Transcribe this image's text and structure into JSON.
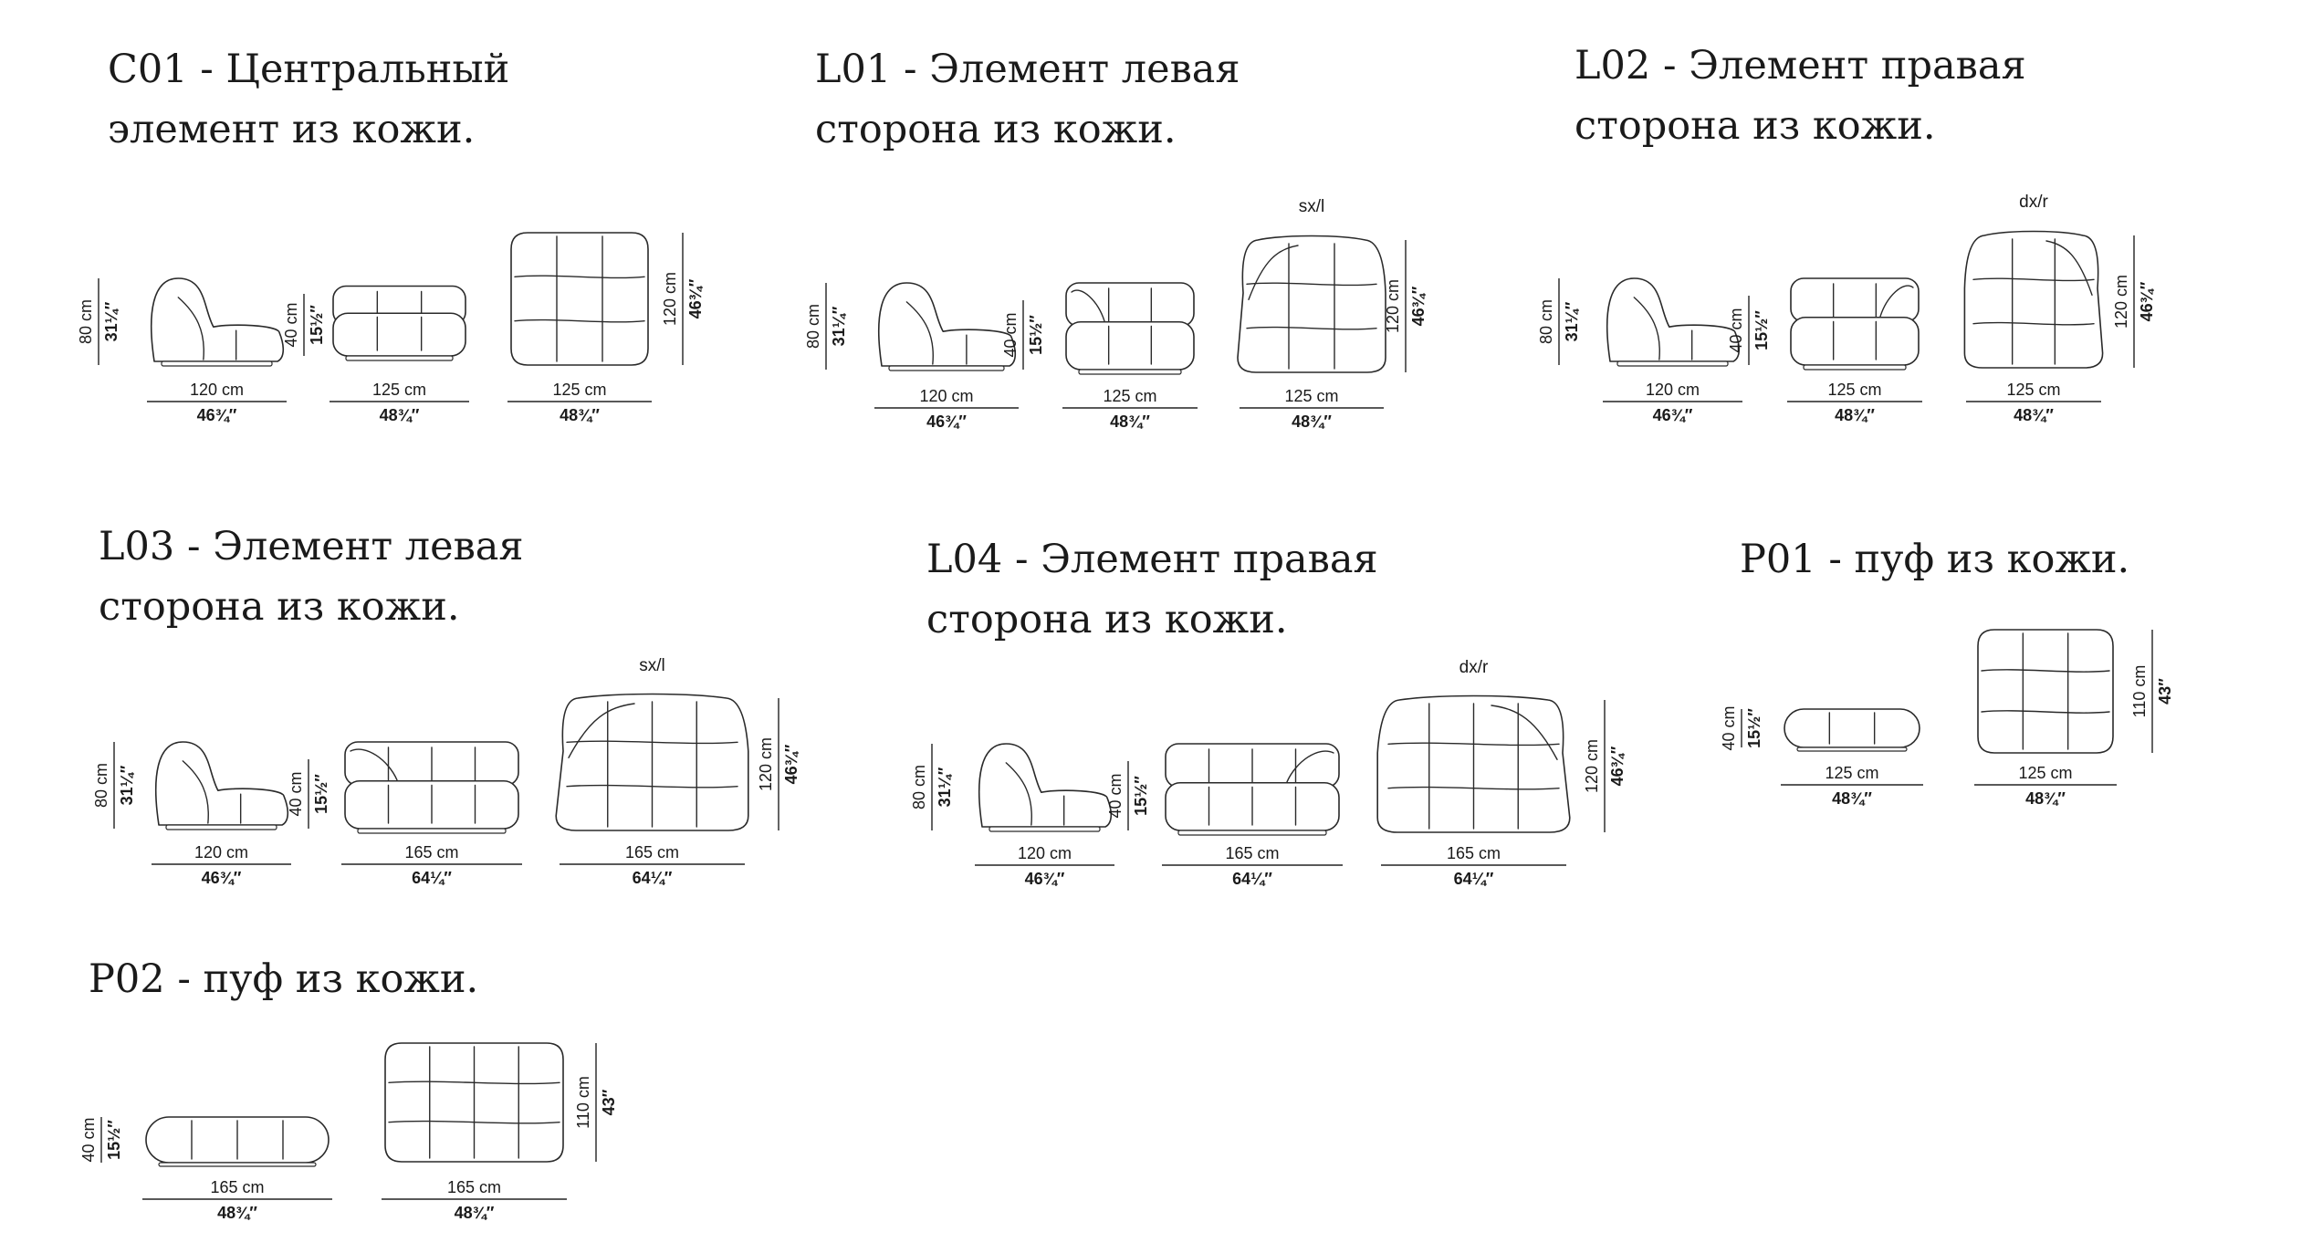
{
  "sections": [
    {
      "id": "C01",
      "title_line1": "C01 - Центральный",
      "title_line2": "элемент из кожи.",
      "items": [
        {
          "kind": "side",
          "w_cm": "120 cm",
          "w_in": "46¾″",
          "h_cm": "80 cm",
          "h_in": "31¼″"
        },
        {
          "kind": "front",
          "w_cm": "125 cm",
          "w_in": "48¾″",
          "h_cm": "40 cm",
          "h_in": "15½″"
        },
        {
          "kind": "top",
          "w_cm": "125 cm",
          "w_in": "48¾″",
          "h_cm": "120 cm",
          "h_in": "46¾″"
        }
      ]
    },
    {
      "id": "L01",
      "title_line1": "L01 - Элемент левая",
      "title_line2": "сторона из кожи.",
      "items": [
        {
          "kind": "side",
          "w_cm": "120 cm",
          "w_in": "46¾″",
          "h_cm": "80 cm",
          "h_in": "31¼″"
        },
        {
          "kind": "front",
          "w_cm": "125 cm",
          "w_in": "48¾″",
          "h_cm": "40 cm",
          "h_in": "15½″"
        },
        {
          "kind": "top",
          "w_cm": "125 cm",
          "w_in": "48¾″",
          "h_cm": "120 cm",
          "h_in": "46¾″",
          "tag": "sx/l"
        }
      ]
    },
    {
      "id": "L02",
      "title_line1": "L02 - Элемент правая",
      "title_line2": "сторона из кожи.",
      "items": [
        {
          "kind": "side",
          "w_cm": "120 cm",
          "w_in": "46¾″",
          "h_cm": "80 cm",
          "h_in": "31¼″"
        },
        {
          "kind": "front",
          "w_cm": "125 cm",
          "w_in": "48¾″",
          "h_cm": "40 cm",
          "h_in": "15½″"
        },
        {
          "kind": "top",
          "w_cm": "125 cm",
          "w_in": "48¾″",
          "h_cm": "120 cm",
          "h_in": "46¾″",
          "tag": "dx/r"
        }
      ]
    },
    {
      "id": "L03",
      "title_line1": "L03 - Элемент левая",
      "title_line2": "сторона из кожи.",
      "items": [
        {
          "kind": "side",
          "w_cm": "120 cm",
          "w_in": "46¾″",
          "h_cm": "80 cm",
          "h_in": "31¼″"
        },
        {
          "kind": "front",
          "w_cm": "165 cm",
          "w_in": "64¼″",
          "h_cm": "40 cm",
          "h_in": "15½″"
        },
        {
          "kind": "top",
          "w_cm": "165 cm",
          "w_in": "64¼″",
          "h_cm": "120 cm",
          "h_in": "46¾″",
          "tag": "sx/l"
        }
      ]
    },
    {
      "id": "L04",
      "title_line1": "L04 - Элемент правая",
      "title_line2": "сторона из кожи.",
      "items": [
        {
          "kind": "side",
          "w_cm": "120 cm",
          "w_in": "46¾″",
          "h_cm": "80 cm",
          "h_in": "31¼″"
        },
        {
          "kind": "front",
          "w_cm": "165 cm",
          "w_in": "64¼″",
          "h_cm": "40 cm",
          "h_in": "15½″"
        },
        {
          "kind": "top",
          "w_cm": "165 cm",
          "w_in": "64¼″",
          "h_cm": "120 cm",
          "h_in": "46¾″",
          "tag": "dx/r"
        }
      ]
    },
    {
      "id": "P01",
      "title_line1": "P01 - пуф из кожи.",
      "title_line2": "",
      "items": [
        {
          "kind": "pouf-front",
          "w_cm": "125 cm",
          "w_in": "48¾″",
          "h_cm": "40 cm",
          "h_in": "15½″"
        },
        {
          "kind": "pouf-top",
          "w_cm": "125 cm",
          "w_in": "48¾″",
          "h_cm": "110 cm",
          "h_in": "43″"
        }
      ]
    },
    {
      "id": "P02",
      "title_line1": "P02 - пуф из кожи.",
      "title_line2": "",
      "items": [
        {
          "kind": "pouf-front",
          "w_cm": "165 cm",
          "w_in": "48¾″",
          "h_cm": "40 cm",
          "h_in": "15½″"
        },
        {
          "kind": "pouf-top",
          "w_cm": "165 cm",
          "w_in": "48¾″",
          "h_cm": "110 cm",
          "h_in": "43″"
        }
      ]
    }
  ]
}
